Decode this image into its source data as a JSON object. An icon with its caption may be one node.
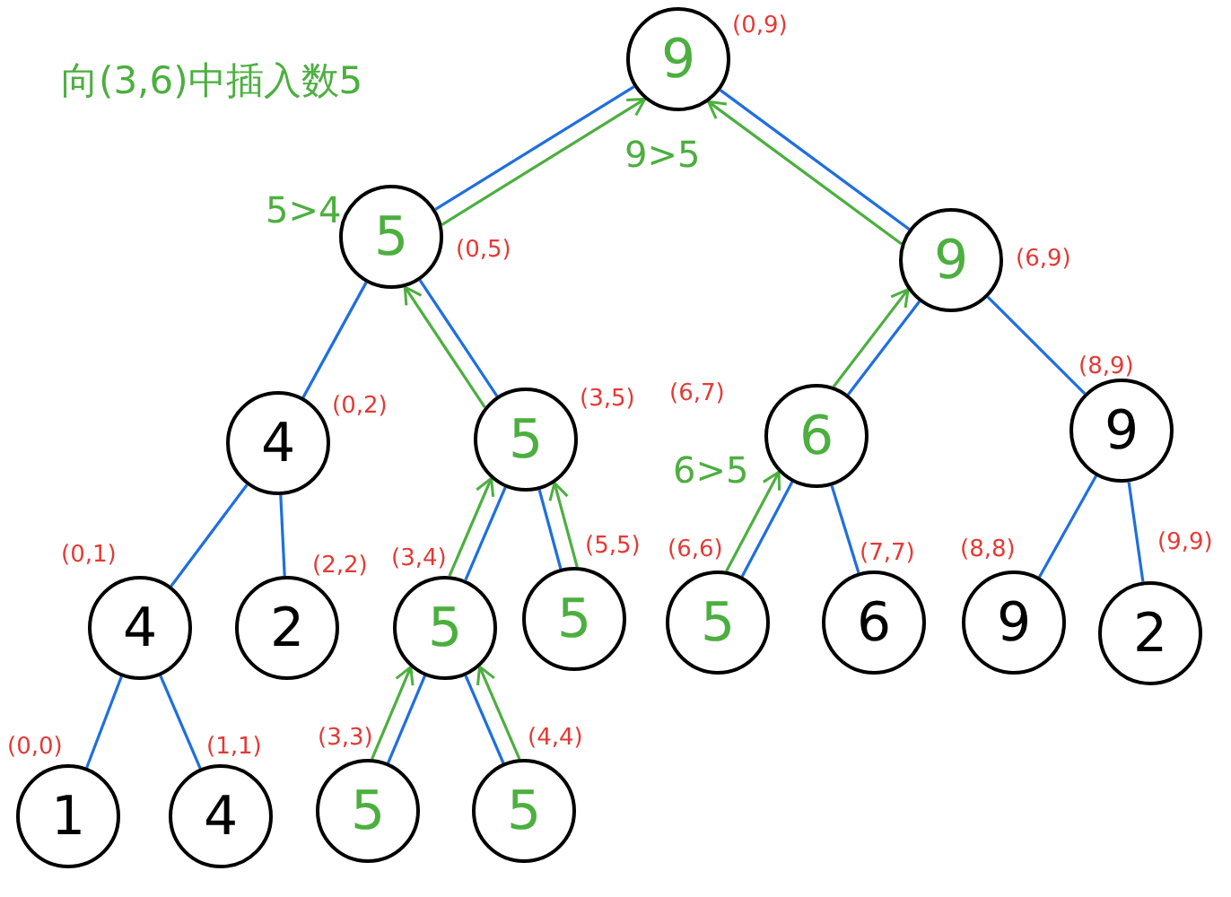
{
  "diagram": {
    "title": "向(3,6)中插入数5",
    "nodes": [
      {
        "text": [
          "9"
        ],
        "beside": [
          "(0,9)",
          "9>5"
        ]
      },
      {
        "text": [
          "5"
        ],
        "beside": [
          "(0,5)",
          "5>4"
        ]
      },
      {
        "text": [
          "9"
        ],
        "beside": [
          "(6,9)"
        ]
      },
      {
        "text": [
          "4"
        ],
        "beside": [
          "(0,2)"
        ]
      },
      {
        "text": [
          "5"
        ],
        "beside": [
          "(3,5)"
        ]
      },
      {
        "text": [
          "6"
        ],
        "beside": [
          "(6,7)",
          "6>5"
        ]
      },
      {
        "text": [
          "9"
        ],
        "beside": [
          "(8,9)"
        ]
      },
      {
        "text": [
          "4"
        ],
        "beside": [
          "(0,1)"
        ]
      },
      {
        "text": [
          "2"
        ],
        "beside": [
          "(2,2)"
        ]
      },
      {
        "text": [
          "5"
        ],
        "beside": [
          "(3,4)"
        ]
      },
      {
        "text": [
          "5"
        ],
        "beside": [
          "(5,5)"
        ]
      },
      {
        "text": [
          "5"
        ],
        "beside": [
          "(6,6)"
        ]
      },
      {
        "text": [
          "6"
        ],
        "beside": [
          "(7,7)"
        ]
      },
      {
        "text": [
          "9"
        ],
        "beside": [
          "(8,8)"
        ]
      },
      {
        "text": [
          "2"
        ],
        "beside": [
          "(9,9)"
        ]
      },
      {
        "text": [
          "1"
        ],
        "beside": [
          "(0,0)"
        ]
      },
      {
        "text": [
          "4"
        ],
        "beside": [
          "(1,1)"
        ]
      },
      {
        "text": [
          "5"
        ],
        "beside": [
          "(3,3)"
        ]
      },
      {
        "text": [
          "5"
        ],
        "beside": [
          "(4,4)"
        ]
      }
    ],
    "edges": [
      {
        "from": 0,
        "to": 1,
        "arrow": "none"
      },
      {
        "from": 0,
        "to": 2,
        "arrow": "none"
      },
      {
        "from": 1,
        "to": 3,
        "arrow": "none"
      },
      {
        "from": 1,
        "to": 4,
        "arrow": "none"
      },
      {
        "from": 2,
        "to": 5,
        "arrow": "none"
      },
      {
        "from": 2,
        "to": 6,
        "arrow": "none"
      },
      {
        "from": 3,
        "to": 7,
        "arrow": "none"
      },
      {
        "from": 3,
        "to": 8,
        "arrow": "none"
      },
      {
        "from": 4,
        "to": 9,
        "arrow": "none"
      },
      {
        "from": 4,
        "to": 10,
        "arrow": "none"
      },
      {
        "from": 5,
        "to": 11,
        "arrow": "none"
      },
      {
        "from": 5,
        "to": 12,
        "arrow": "none"
      },
      {
        "from": 6,
        "to": 13,
        "arrow": "none"
      },
      {
        "from": 6,
        "to": 14,
        "arrow": "none"
      },
      {
        "from": 7,
        "to": 15,
        "arrow": "none"
      },
      {
        "from": 7,
        "to": 16,
        "arrow": "none"
      },
      {
        "from": 9,
        "to": 17,
        "arrow": "none"
      },
      {
        "from": 9,
        "to": 18,
        "arrow": "none"
      },
      {
        "from": 1,
        "to": 0,
        "arrow": "to",
        "color": "#4caf3f"
      },
      {
        "from": 2,
        "to": 0,
        "arrow": "to",
        "color": "#4caf3f"
      },
      {
        "from": 4,
        "to": 1,
        "arrow": "to",
        "color": "#4caf3f"
      },
      {
        "from": 5,
        "to": 2,
        "arrow": "to",
        "color": "#4caf3f"
      },
      {
        "from": 9,
        "to": 4,
        "arrow": "to",
        "color": "#4caf3f"
      },
      {
        "from": 10,
        "to": 4,
        "arrow": "to",
        "color": "#4caf3f"
      },
      {
        "from": 11,
        "to": 5,
        "arrow": "to",
        "color": "#4caf3f"
      },
      {
        "from": 17,
        "to": 9,
        "arrow": "to",
        "color": "#4caf3f"
      },
      {
        "from": 18,
        "to": 9,
        "arrow": "to",
        "color": "#4caf3f"
      }
    ]
  }
}
